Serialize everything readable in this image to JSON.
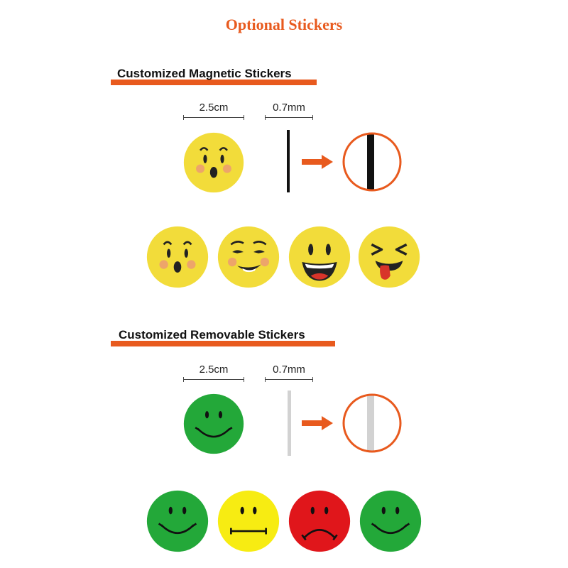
{
  "title": "Optional Stickers",
  "colors": {
    "accent": "#e85a1e",
    "emoji_yellow": "#f2dc3a",
    "smiley_green": "#23a839",
    "smiley_yellow": "#f7ec12",
    "smiley_red": "#e0161b"
  },
  "magnetic": {
    "heading": "Customized Magnetic Stickers",
    "diameter_label": "2.5cm",
    "thickness_label": "0.7mm",
    "stickers": [
      "surprised-emoji",
      "winking-smirk-emoji",
      "grinning-emoji",
      "tongue-out-emoji"
    ]
  },
  "removable": {
    "heading": "Customized Removable Stickers",
    "diameter_label": "2.5cm",
    "thickness_label": "0.7mm",
    "stickers": [
      "green-smiley",
      "yellow-neutral-face",
      "red-sad-face",
      "green-smiley"
    ]
  }
}
